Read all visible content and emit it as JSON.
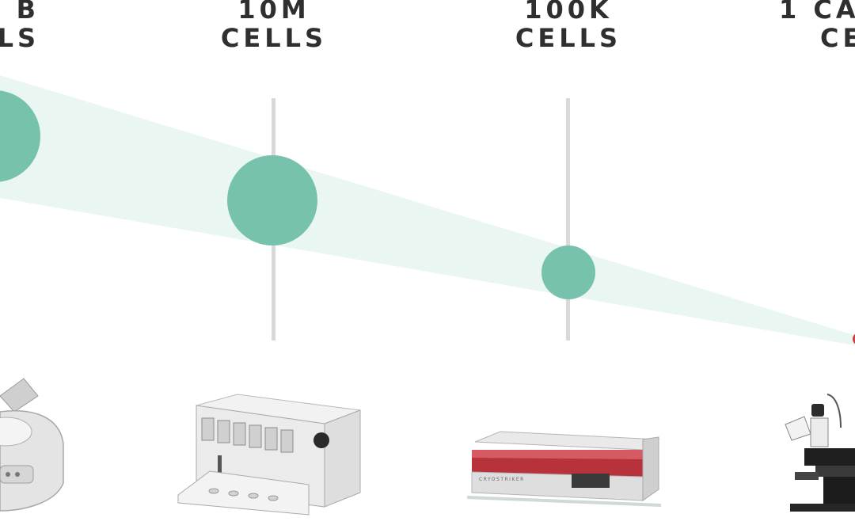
{
  "stages": [
    {
      "count": "B",
      "unit": "LS"
    },
    {
      "count": "10M",
      "unit": "CELLS"
    },
    {
      "count": "100K",
      "unit": "CELLS"
    },
    {
      "count": "1 CA",
      "unit": "CE"
    }
  ],
  "colors": {
    "bubble": "#76c2ad",
    "cone": "#eaf6f2",
    "divider": "#d9d9d9",
    "target": "#d23c45",
    "label": "#2f2f2f"
  },
  "instrument_icons": [
    "centrifuge-icon",
    "cell-sorter-icon",
    "cryostat-icon",
    "microscope-icon"
  ],
  "instrument_labels": {
    "cryostat_brand": "CRYOSTRIKER"
  }
}
